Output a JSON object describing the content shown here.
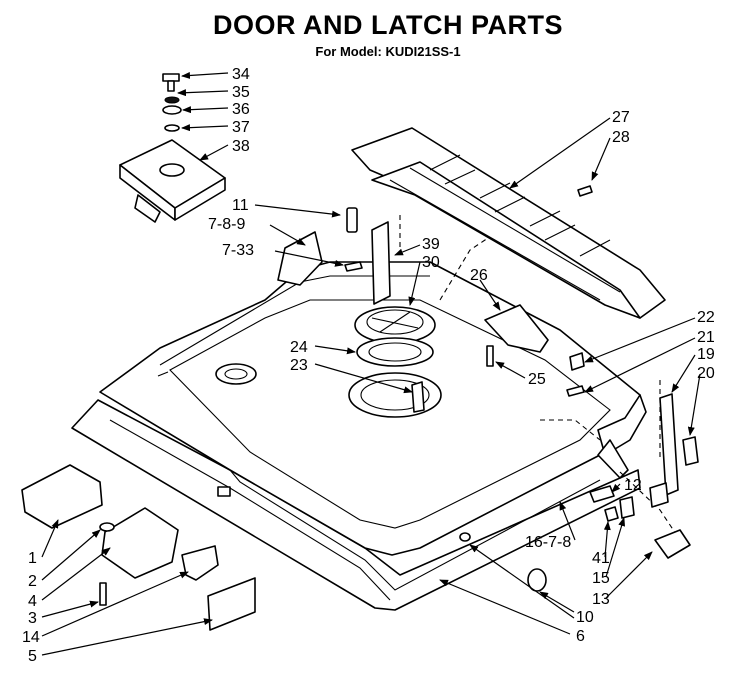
{
  "title": "DOOR AND LATCH PARTS",
  "subtitle": "For Model: KUDI21SS-1",
  "callouts": {
    "c34": "34",
    "c35": "35",
    "c36": "36",
    "c37": "37",
    "c38": "38",
    "c27": "27",
    "c28": "28",
    "c11": "11",
    "c789": "7-8-9",
    "c733": "7-33",
    "c39": "39",
    "c30": "30",
    "c26": "26",
    "c22": "22",
    "c21": "21",
    "c19": "19",
    "c20": "20",
    "c24": "24",
    "c23": "23",
    "c25": "25",
    "c12": "12",
    "c1678": "16-7-8",
    "c41": "41",
    "c15": "15",
    "c13": "13",
    "c10": "10",
    "c6": "6",
    "c1": "1",
    "c2": "2",
    "c4": "4",
    "c3": "3",
    "c14": "14",
    "c5": "5"
  }
}
